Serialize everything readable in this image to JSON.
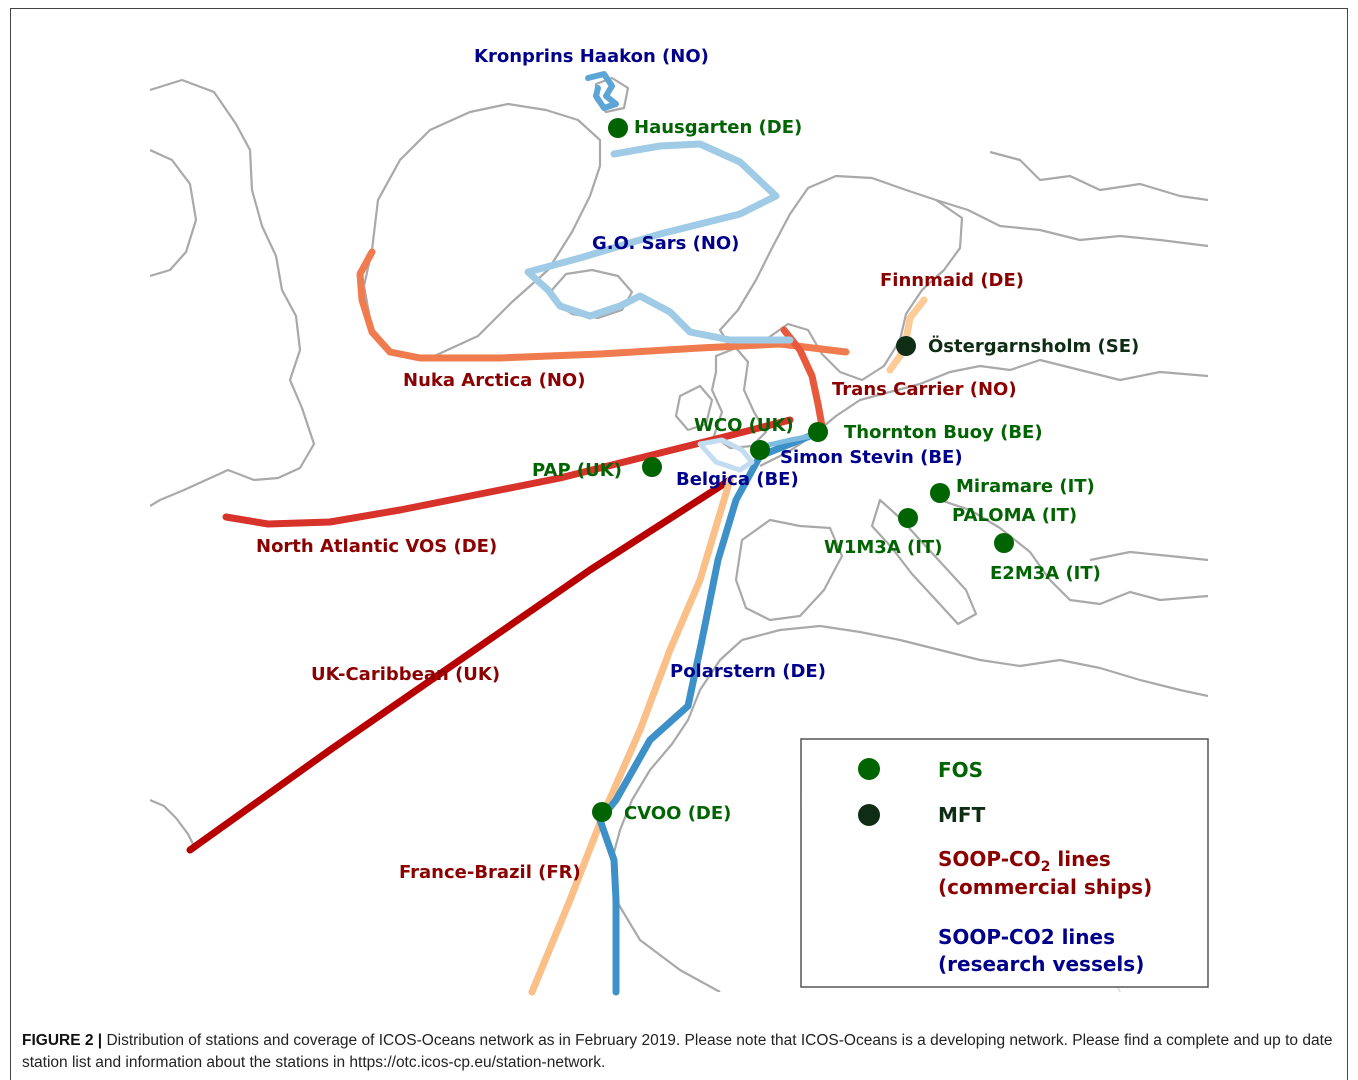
{
  "colors": {
    "fos": "#006400",
    "mft": "#0f2d14",
    "commercial_label": "#8b0000",
    "research_label": "#00008b",
    "fos_label": "#006400",
    "mft_label": "#0f2d14",
    "land": "#a9a9a9"
  },
  "stations": [
    {
      "id": "hausgarten",
      "label": "Hausgarten (DE)",
      "type": "FOS"
    },
    {
      "id": "ostergarnsholm",
      "label": "Östergarnsholm (SE)",
      "type": "MFT"
    },
    {
      "id": "thornton",
      "label": "Thornton Buoy (BE)",
      "type": "FOS"
    },
    {
      "id": "wco",
      "label": "WCO (UK)",
      "type": "FOS"
    },
    {
      "id": "pap",
      "label": "PAP (UK)",
      "type": "FOS"
    },
    {
      "id": "miramare",
      "label": "Miramare (IT)",
      "type": "FOS"
    },
    {
      "id": "paloma",
      "label": "PALOMA (IT)",
      "type": "FOS"
    },
    {
      "id": "w1m3a",
      "label": "W1M3A (IT)",
      "type": "FOS"
    },
    {
      "id": "e2m3a",
      "label": "E2M3A (IT)",
      "type": "FOS"
    },
    {
      "id": "cvoo",
      "label": "CVOO (DE)",
      "type": "FOS"
    }
  ],
  "commercial_lines": [
    {
      "id": "finnmaid",
      "label": "Finnmaid (DE)"
    },
    {
      "id": "nuka",
      "label": "Nuka Arctica (NO)"
    },
    {
      "id": "transcarrier",
      "label": "Trans Carrier (NO)"
    },
    {
      "id": "navos",
      "label": "North Atlantic VOS (DE)"
    },
    {
      "id": "ukcar",
      "label": "UK-Caribbean (UK)"
    },
    {
      "id": "frbr",
      "label": "France-Brazil (FR)"
    }
  ],
  "research_lines": [
    {
      "id": "kronprins",
      "label": "Kronprins Haakon (NO)"
    },
    {
      "id": "gosars",
      "label": "G.O. Sars (NO)"
    },
    {
      "id": "simonstevin",
      "label": "Simon Stevin (BE)"
    },
    {
      "id": "belgica",
      "label": "Belgica (BE)"
    },
    {
      "id": "polarstern",
      "label": "Polarstern (DE)"
    }
  ],
  "legend": {
    "fos": "FOS",
    "mft": "MFT",
    "soop_co2_prefix": "SOOP-CO",
    "soop_co2_sub": "2",
    "soop_co2_suffix": " lines",
    "commercial": "(commercial ships)",
    "research_title": "SOOP-CO2 lines",
    "research": "(research vessels)"
  },
  "caption": {
    "figure": "FIGURE 2 |",
    "text": " Distribution of stations and coverage of ICOS-Oceans network as in February 2019. Please note that ICOS-Oceans is a developing network. Please find a complete and up to date station list and information about the stations in https://otc.icos-cp.eu/station-network."
  }
}
